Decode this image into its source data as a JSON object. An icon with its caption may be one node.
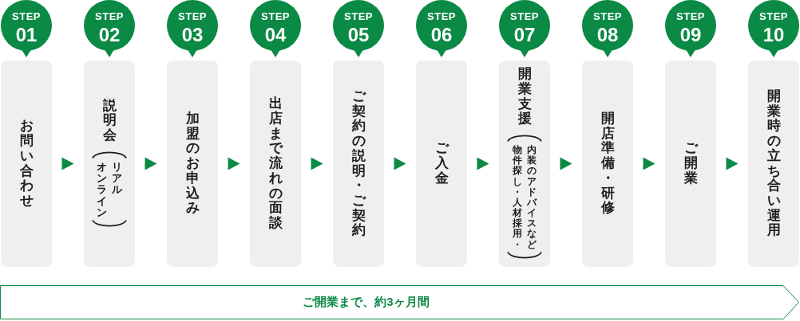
{
  "diagram": {
    "nodes": [
      {
        "text": [
          "STEP",
          "01"
        ]
      },
      {
        "text": [
          "お問い合わせ"
        ]
      },
      {
        "text": [
          "STEP",
          "02"
        ]
      },
      {
        "text": [
          "説明会",
          "オンライン",
          "リアル"
        ]
      },
      {
        "text": [
          "STEP",
          "03"
        ]
      },
      {
        "text": [
          "加盟のお申込み"
        ]
      },
      {
        "text": [
          "STEP",
          "04"
        ]
      },
      {
        "text": [
          "出店まで流れの面談"
        ]
      },
      {
        "text": [
          "STEP",
          "05"
        ]
      },
      {
        "text": [
          "ご契約の説明・ご契約"
        ]
      },
      {
        "text": [
          "STEP",
          "06"
        ]
      },
      {
        "text": [
          "ご入金"
        ]
      },
      {
        "text": [
          "STEP",
          "07"
        ]
      },
      {
        "text": [
          "開業支援",
          "物件探し・人材採用・",
          "内装のアドバイスなど"
        ]
      },
      {
        "text": [
          "STEP",
          "08"
        ]
      },
      {
        "text": [
          "開店準備・研修"
        ]
      },
      {
        "text": [
          "STEP",
          "09"
        ]
      },
      {
        "text": [
          "ご開業"
        ]
      },
      {
        "text": [
          "STEP",
          "10"
        ]
      },
      {
        "text": [
          "開業時の立ち合い運用"
        ]
      },
      {
        "text": [
          "ご開業まで、約3ヶ月間"
        ]
      }
    ],
    "edges": [
      {
        "from": 1,
        "to": 3,
        "arrow": "to"
      },
      {
        "from": 3,
        "to": 5,
        "arrow": "to"
      },
      {
        "from": 5,
        "to": 7,
        "arrow": "to"
      },
      {
        "from": 7,
        "to": 9,
        "arrow": "to"
      },
      {
        "from": 9,
        "to": 11,
        "arrow": "to"
      },
      {
        "from": 11,
        "to": 13,
        "arrow": "to"
      },
      {
        "from": 13,
        "to": 15,
        "arrow": "to"
      },
      {
        "from": 15,
        "to": 17,
        "arrow": "to"
      },
      {
        "from": 17,
        "to": 19,
        "arrow": "to"
      }
    ]
  }
}
